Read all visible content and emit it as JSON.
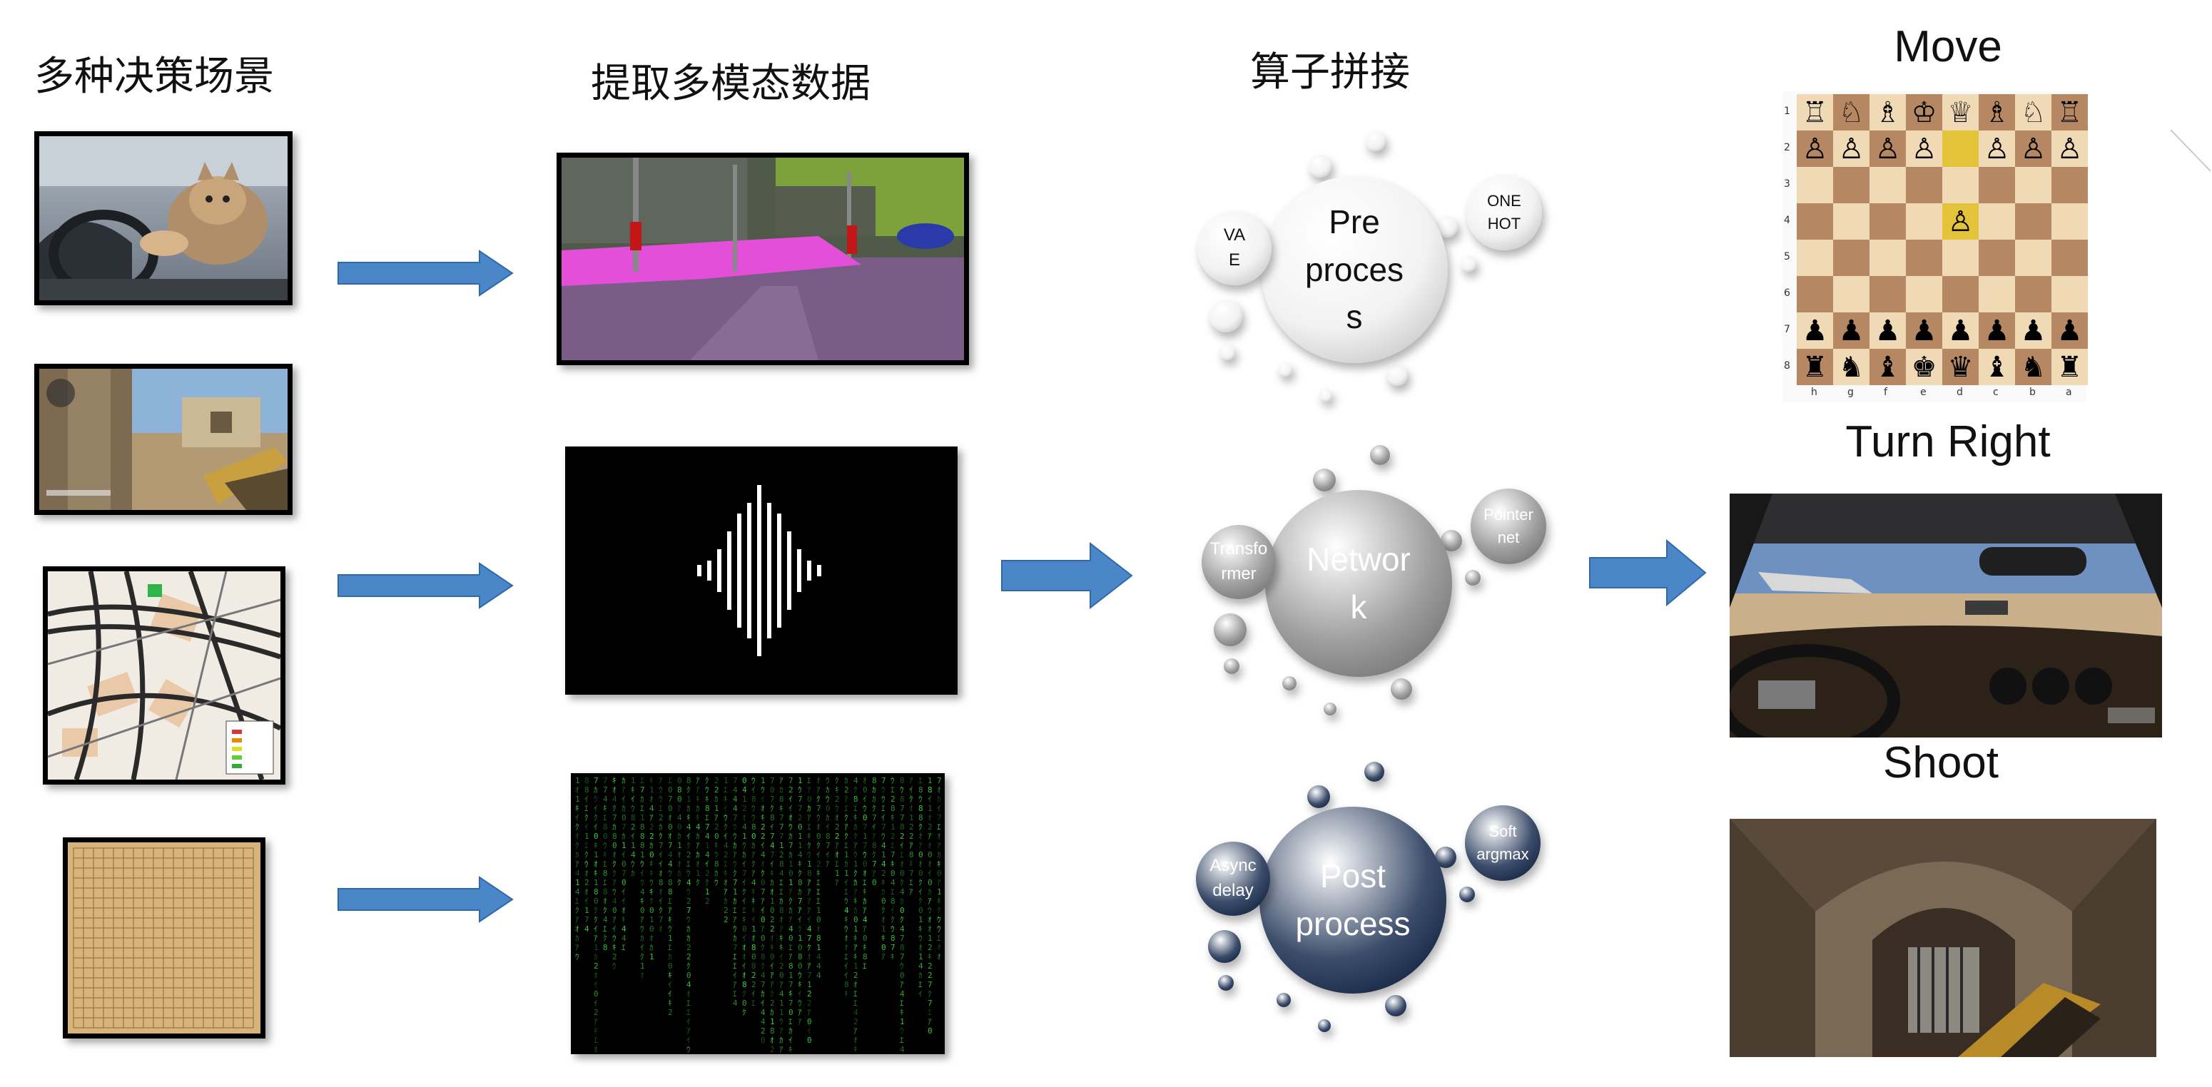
{
  "headings": {
    "scenes": "多种决策场景",
    "extract": "提取多模态数据",
    "operators": "算子拼接"
  },
  "scene_images": [
    {
      "name": "cat-driving-photo"
    },
    {
      "name": "fps-game-screenshot"
    },
    {
      "name": "city-map"
    },
    {
      "name": "go-board"
    }
  ],
  "modal_images": [
    {
      "name": "segmented-street-image"
    },
    {
      "name": "audio-waveform"
    },
    {
      "name": "matrix-text-stream"
    }
  ],
  "operator_groups": [
    {
      "main": "Pre\nproces\ns",
      "left": "VA\nE",
      "right": "ONE\nHOT",
      "theme": "white",
      "color": "#f2f2f2",
      "text_color": "#111111"
    },
    {
      "main": "Networ\nk",
      "left": "Transfo\nrmer",
      "right": "Pointer\nnet",
      "theme": "gray",
      "color": "#9e9e9e",
      "text_color": "#ffffff"
    },
    {
      "main": "Post\nprocess",
      "left": "Async\ndelay",
      "right": "Soft\nargmax",
      "theme": "navy",
      "color": "#3c4d6b",
      "text_color": "#ffffff"
    }
  ],
  "actions": [
    {
      "label": "Move"
    },
    {
      "label": "Turn Right"
    },
    {
      "label": "Shoot"
    }
  ],
  "chess": {
    "rank_labels": [
      "1",
      "2",
      "3",
      "4",
      "5",
      "6",
      "7",
      "8"
    ],
    "file_labels": [
      "h",
      "g",
      "f",
      "e",
      "d",
      "c",
      "b",
      "a"
    ],
    "rows": [
      [
        "♖",
        "♘",
        "♗",
        "♔",
        "♕",
        "♗",
        "♘",
        "♖"
      ],
      [
        "♙",
        "♙",
        "♙",
        "♙",
        "",
        "♙",
        "♙",
        "♙"
      ],
      [
        "",
        "",
        "",
        "",
        "",
        "",
        "",
        ""
      ],
      [
        "",
        "",
        "",
        "",
        "♙",
        "",
        "",
        ""
      ],
      [
        "",
        "",
        "",
        "",
        "",
        "",
        "",
        ""
      ],
      [
        "",
        "",
        "",
        "",
        "",
        "",
        "",
        ""
      ],
      [
        "♟",
        "♟",
        "♟",
        "♟",
        "♟",
        "♟",
        "♟",
        "♟"
      ],
      [
        "♜",
        "♞",
        "♝",
        "♚",
        "♛",
        "♝",
        "♞",
        "♜"
      ]
    ],
    "highlight": [
      [
        1,
        4
      ],
      [
        3,
        4
      ]
    ]
  },
  "colors": {
    "arrow": "#4a86c8",
    "arrow_edge": "#2f6aa8",
    "segment_pink": "#e34fd9",
    "matrix_green": "#3bd23b",
    "go_board": "#d8b47a"
  }
}
